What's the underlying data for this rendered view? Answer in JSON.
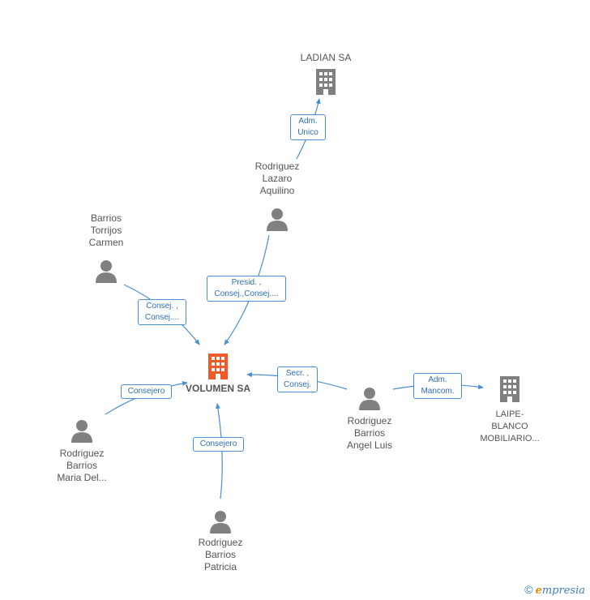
{
  "nodes": {
    "ladian": "LADIAN SA",
    "volumen": "VOLUMEN SA",
    "laipe": "LAIPE-\nBLANCO\nMOBILIARIO...",
    "rodriguez_lazaro": "Rodriguez\nLazaro\nAquilino",
    "barrios_torrijos": "Barrios\nTorrijos\nCarmen",
    "rodriguez_maria": "Rodriguez\nBarrios\nMaria Del...",
    "rodriguez_patricia": "Rodriguez\nBarrios\nPatricia",
    "rodriguez_angel": "Rodriguez\nBarrios\nAngel Luis"
  },
  "edges": {
    "lazaro_ladian": "Adm.\nUnico",
    "lazaro_volumen": "Presid. ,\nConsej.,Consej....",
    "torrijos_volumen": "Consej. ,\nConsej....",
    "maria_volumen": "Consejero",
    "patricia_volumen": "Consejero",
    "angel_volumen": "Secr. ,\nConsej.",
    "angel_laipe": "Adm.\nMancom."
  },
  "colors": {
    "edge": "#4a8fd6",
    "person": "#808080",
    "company": "#808080",
    "company_main": "#f05a28"
  },
  "icons": {
    "person": "person-icon",
    "company": "building-icon"
  },
  "footer": {
    "copyright": "©",
    "brand_first": "e",
    "brand_rest": "mpresia"
  }
}
